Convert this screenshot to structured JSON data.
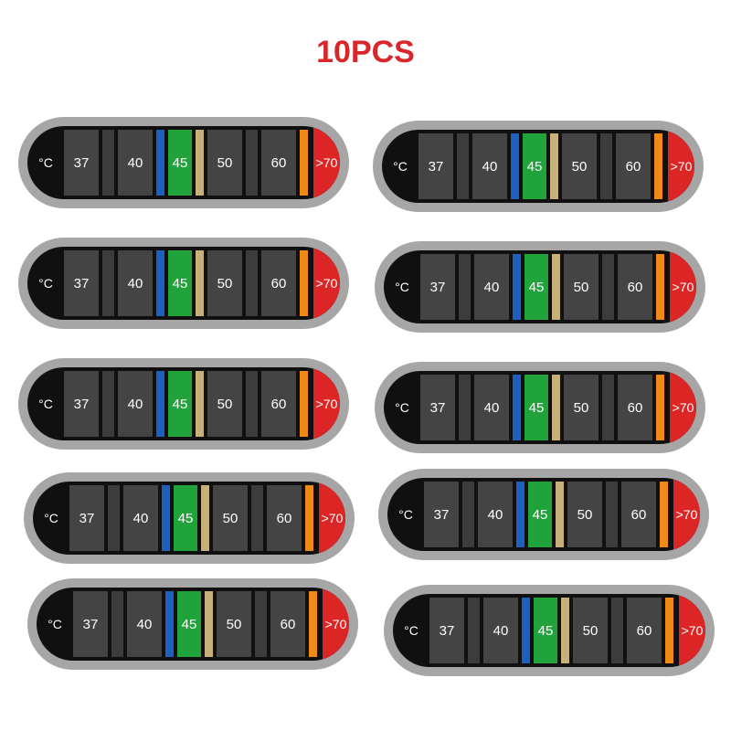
{
  "title": "10PCS",
  "colors": {
    "title": "#d8262b",
    "frame": "#a6a6a6",
    "body": "#101010",
    "cell": "#444444",
    "blue": "#1f5fbf",
    "green": "#1fa33a",
    "tan": "#c8b07a",
    "orange": "#f08a17",
    "red": "#dc2626"
  },
  "strip": {
    "unit": "°C",
    "labels": [
      "37",
      "40",
      "45",
      "50",
      "60",
      ">70"
    ]
  },
  "strips_count": 10
}
